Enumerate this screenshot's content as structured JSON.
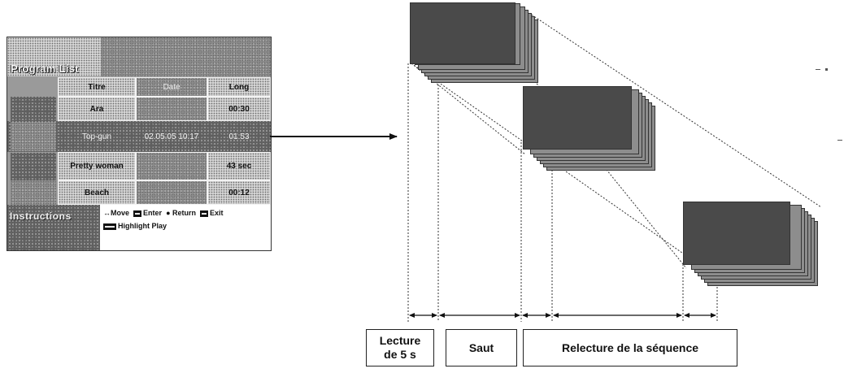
{
  "program_list": {
    "title": "Program List",
    "columns": [
      "Titre",
      "Date",
      "Long"
    ],
    "rows": [
      {
        "title": "Ara",
        "date": "",
        "length": "00:30"
      },
      {
        "title": "Top-gun",
        "date": "02.05.05 10:17",
        "length": "01:53"
      },
      {
        "title": "Pretty woman",
        "date": "",
        "length": "43 sec"
      },
      {
        "title": "Beach",
        "date": "",
        "length": "00:12"
      }
    ],
    "instructions_label": "Instructions",
    "legend": {
      "move": "Move",
      "enter": "Enter",
      "return": "Return",
      "exit": "Exit",
      "highlight_play": "Highlight Play"
    }
  },
  "timeline_labels": {
    "play": "Lecture de 5 s",
    "skip": "Saut",
    "replay": "Relecture de la séquence"
  },
  "colors": {
    "screen_bg": "#9a9a9a",
    "selected_row": "#5e5e5e",
    "line": "#222222"
  }
}
